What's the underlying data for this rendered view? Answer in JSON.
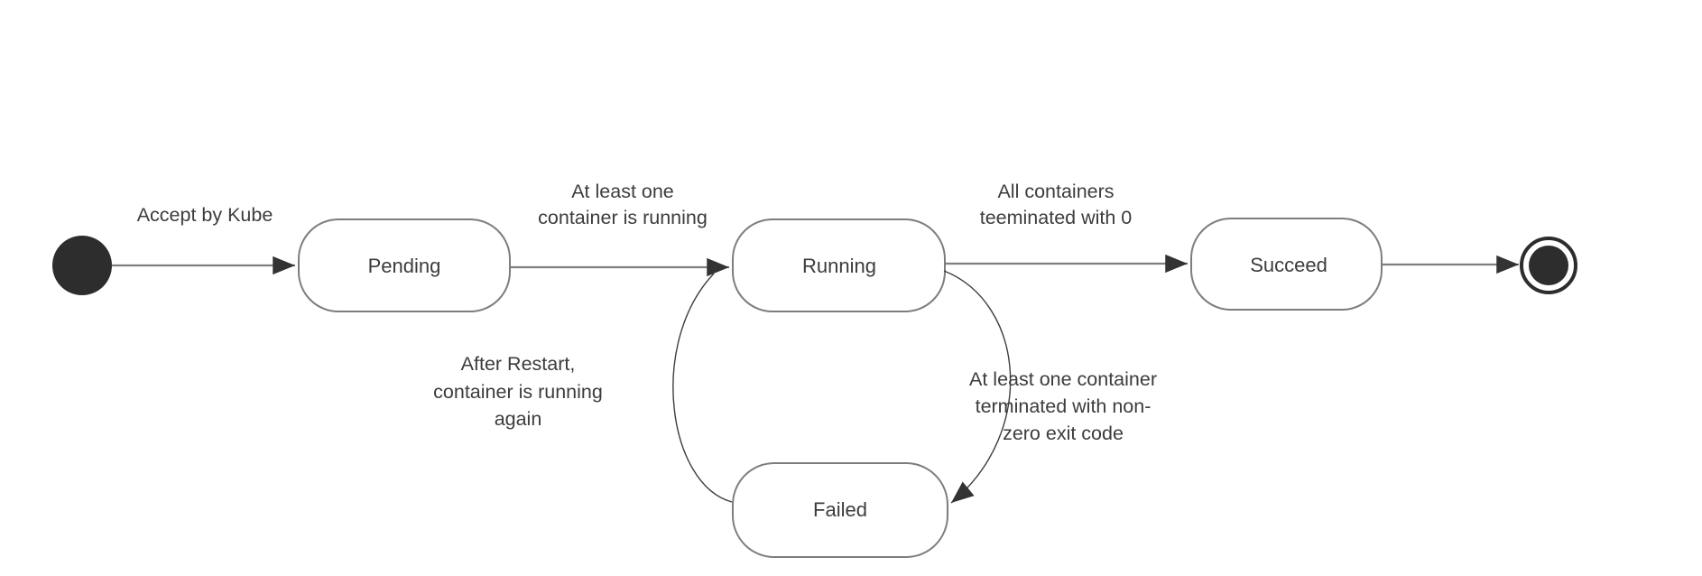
{
  "colors": {
    "background": "#ffffff",
    "node_fill": "#ffffff",
    "node_border": "#7d7d7d",
    "edge_line": "#7f7f7f",
    "loop_line": "#3f3f3f",
    "arrowhead": "#333333",
    "text": "#3c3c3c",
    "terminal_state": "#2d2d2d"
  },
  "diagram": {
    "type": "state-machine",
    "nodes": [
      {
        "id": "initial",
        "kind": "initial-pseudostate",
        "label": ""
      },
      {
        "id": "pending",
        "kind": "state",
        "label": "Pending"
      },
      {
        "id": "running",
        "kind": "state",
        "label": "Running"
      },
      {
        "id": "succeed",
        "kind": "state",
        "label": "Succeed"
      },
      {
        "id": "failed",
        "kind": "state",
        "label": "Failed"
      },
      {
        "id": "final",
        "kind": "final-pseudostate",
        "label": ""
      }
    ],
    "edges": [
      {
        "from": "initial",
        "to": "pending",
        "label_lines": [
          "Accept by Kube"
        ]
      },
      {
        "from": "pending",
        "to": "running",
        "label_lines": [
          "At least one",
          "container is running"
        ]
      },
      {
        "from": "running",
        "to": "succeed",
        "label_lines": [
          "All containers",
          "teeminated with 0"
        ]
      },
      {
        "from": "succeed",
        "to": "final",
        "label_lines": []
      },
      {
        "from": "failed",
        "to": "running",
        "label_lines": [
          "After Restart,",
          "container is running",
          "again"
        ]
      },
      {
        "from": "running",
        "to": "failed",
        "label_lines": [
          "At least one container",
          "terminated with non-",
          "zero exit code"
        ]
      }
    ]
  }
}
